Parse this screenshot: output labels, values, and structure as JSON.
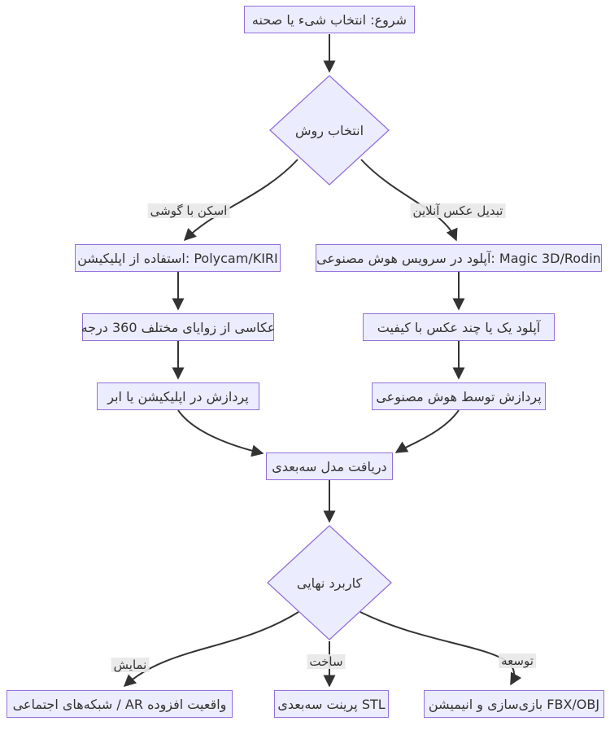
{
  "diagram": {
    "type": "flowchart",
    "theme": {
      "node_fill": "#ECECFF",
      "node_border": "#9370DB",
      "edge_color": "#333333",
      "text_color": "#333333",
      "edge_label_bg": "#e8e8e8",
      "background": "#ffffff"
    },
    "nodes": {
      "start": {
        "shape": "rect",
        "label": "شروع: انتخاب شیء یا صحنه"
      },
      "decision_method": {
        "shape": "diamond",
        "label": "انتخاب روش"
      },
      "scan_app": {
        "shape": "rect",
        "label": "استفاده از اپلیکیشن: Polycam/KIRI"
      },
      "scan_photograph": {
        "shape": "rect",
        "label": "عکاسی از زوایای مختلف 360 درجه"
      },
      "scan_process": {
        "shape": "rect",
        "label": "پردازش در اپلیکیشن یا ابر"
      },
      "online_upload_service": {
        "shape": "rect",
        "label": "آپلود در سرویس هوش مصنوعی: Magic 3D/Rodin"
      },
      "online_upload_photos": {
        "shape": "rect",
        "label": "آپلود یک یا چند عکس با کیفیت"
      },
      "online_ai_process": {
        "shape": "rect",
        "label": "پردازش توسط هوش مصنوعی"
      },
      "receive_model": {
        "shape": "rect",
        "label": "دریافت مدل سه‌بعدی"
      },
      "decision_usage": {
        "shape": "diamond",
        "label": "کاربرد نهایی"
      },
      "usage_display": {
        "shape": "rect",
        "label": "شبکه‌های اجتماعی / AR واقعیت افزوده"
      },
      "usage_print": {
        "shape": "rect",
        "label": "پرینت سه‌بعدی STL"
      },
      "usage_dev": {
        "shape": "rect",
        "label": "بازی‌سازی و انیمیشن FBX/OBJ"
      }
    },
    "edge_labels": {
      "scan_branch": "اسکن با گوشی",
      "online_branch": "تبدیل عکس آنلاین",
      "display_branch": "نمایش",
      "build_branch": "ساخت",
      "develop_branch": "توسعه"
    }
  }
}
